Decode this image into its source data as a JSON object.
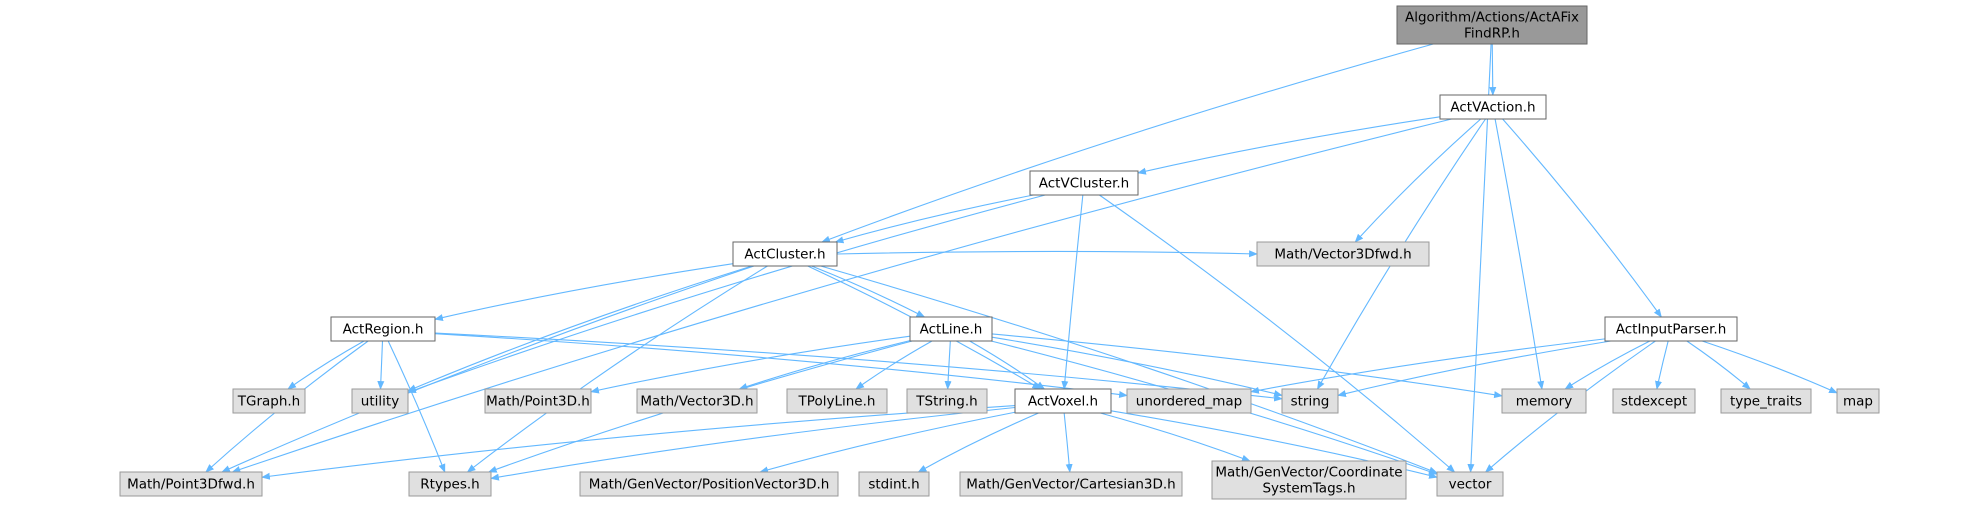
{
  "colors": {
    "edge": "#63b8ff",
    "root_fill": "#999999",
    "root_border": "#666666",
    "local_fill": "#ffffff",
    "local_border": "#666666",
    "system_fill": "#e0e0e0",
    "system_border": "#999999"
  },
  "nodes": [
    {
      "id": "root",
      "lines": [
        "Algorithm/Actions/ActAFix",
        "FindRP.h"
      ],
      "kind": "root"
    },
    {
      "id": "ActVAction",
      "lines": [
        "ActVAction.h"
      ],
      "kind": "local"
    },
    {
      "id": "ActVCluster",
      "lines": [
        "ActVCluster.h"
      ],
      "kind": "local"
    },
    {
      "id": "ActCluster",
      "lines": [
        "ActCluster.h"
      ],
      "kind": "local"
    },
    {
      "id": "ActInputParser",
      "lines": [
        "ActInputParser.h"
      ],
      "kind": "local"
    },
    {
      "id": "ActRegion",
      "lines": [
        "ActRegion.h"
      ],
      "kind": "local"
    },
    {
      "id": "ActLine",
      "lines": [
        "ActLine.h"
      ],
      "kind": "local"
    },
    {
      "id": "ActVoxel",
      "lines": [
        "ActVoxel.h"
      ],
      "kind": "local"
    },
    {
      "id": "Vector3Dfwd",
      "lines": [
        "Math/Vector3Dfwd.h"
      ],
      "kind": "system"
    },
    {
      "id": "TGraph",
      "lines": [
        "TGraph.h"
      ],
      "kind": "system"
    },
    {
      "id": "utility",
      "lines": [
        "utility"
      ],
      "kind": "system"
    },
    {
      "id": "Point3D",
      "lines": [
        "Math/Point3D.h"
      ],
      "kind": "system"
    },
    {
      "id": "Vector3D",
      "lines": [
        "Math/Vector3D.h"
      ],
      "kind": "system"
    },
    {
      "id": "TPolyLine",
      "lines": [
        "TPolyLine.h"
      ],
      "kind": "system"
    },
    {
      "id": "TString",
      "lines": [
        "TString.h"
      ],
      "kind": "system"
    },
    {
      "id": "unordered_map",
      "lines": [
        "unordered_map"
      ],
      "kind": "system"
    },
    {
      "id": "string",
      "lines": [
        "string"
      ],
      "kind": "system"
    },
    {
      "id": "memory",
      "lines": [
        "memory"
      ],
      "kind": "system"
    },
    {
      "id": "stdexcept",
      "lines": [
        "stdexcept"
      ],
      "kind": "system"
    },
    {
      "id": "type_traits",
      "lines": [
        "type_traits"
      ],
      "kind": "system"
    },
    {
      "id": "map",
      "lines": [
        "map"
      ],
      "kind": "system"
    },
    {
      "id": "Point3Dfwd",
      "lines": [
        "Math/Point3Dfwd.h"
      ],
      "kind": "system"
    },
    {
      "id": "Rtypes",
      "lines": [
        "Rtypes.h"
      ],
      "kind": "system"
    },
    {
      "id": "PositionVector3D",
      "lines": [
        "Math/GenVector/PositionVector3D.h"
      ],
      "kind": "system"
    },
    {
      "id": "stdint",
      "lines": [
        "stdint.h"
      ],
      "kind": "system"
    },
    {
      "id": "Cartesian3D",
      "lines": [
        "Math/GenVector/Cartesian3D.h"
      ],
      "kind": "system"
    },
    {
      "id": "CoordinateSystemTags",
      "lines": [
        "Math/GenVector/Coordinate",
        "SystemTags.h"
      ],
      "kind": "system"
    },
    {
      "id": "vector",
      "lines": [
        "vector"
      ],
      "kind": "system"
    }
  ],
  "edges": [
    [
      "root",
      "ActVAction"
    ],
    [
      "root",
      "ActCluster"
    ],
    [
      "root",
      "vector"
    ],
    [
      "ActVAction",
      "Point3Dfwd"
    ],
    [
      "ActVAction",
      "ActVCluster"
    ],
    [
      "ActVAction",
      "Vector3Dfwd"
    ],
    [
      "ActVAction",
      "string"
    ],
    [
      "ActVAction",
      "memory"
    ],
    [
      "ActVAction",
      "ActInputParser"
    ],
    [
      "ActVCluster",
      "ActCluster"
    ],
    [
      "ActVCluster",
      "utility"
    ],
    [
      "ActVCluster",
      "ActVoxel"
    ],
    [
      "ActVCluster",
      "vector"
    ],
    [
      "ActCluster",
      "ActRegion"
    ],
    [
      "ActCluster",
      "ActLine"
    ],
    [
      "ActCluster",
      "ActVoxel"
    ],
    [
      "ActCluster",
      "Vector3Dfwd"
    ],
    [
      "ActCluster",
      "utility"
    ],
    [
      "ActCluster",
      "Point3Dfwd"
    ],
    [
      "ActCluster",
      "Rtypes"
    ],
    [
      "ActCluster",
      "vector"
    ],
    [
      "ActInputParser",
      "unordered_map"
    ],
    [
      "ActInputParser",
      "string"
    ],
    [
      "ActInputParser",
      "memory"
    ],
    [
      "ActInputParser",
      "stdexcept"
    ],
    [
      "ActInputParser",
      "type_traits"
    ],
    [
      "ActInputParser",
      "map"
    ],
    [
      "ActInputParser",
      "vector"
    ],
    [
      "ActRegion",
      "TGraph"
    ],
    [
      "ActRegion",
      "utility"
    ],
    [
      "ActRegion",
      "Point3Dfwd"
    ],
    [
      "ActRegion",
      "Rtypes"
    ],
    [
      "ActRegion",
      "unordered_map"
    ],
    [
      "ActRegion",
      "string"
    ],
    [
      "ActLine",
      "Point3D"
    ],
    [
      "ActLine",
      "Vector3D"
    ],
    [
      "ActLine",
      "TPolyLine"
    ],
    [
      "ActLine",
      "TString"
    ],
    [
      "ActLine",
      "ActVoxel"
    ],
    [
      "ActLine",
      "Rtypes"
    ],
    [
      "ActLine",
      "memory"
    ],
    [
      "ActLine",
      "vector"
    ],
    [
      "ActLine",
      "string"
    ],
    [
      "ActVoxel",
      "Point3Dfwd"
    ],
    [
      "ActVoxel",
      "Rtypes"
    ],
    [
      "ActVoxel",
      "PositionVector3D"
    ],
    [
      "ActVoxel",
      "stdint"
    ],
    [
      "ActVoxel",
      "Cartesian3D"
    ],
    [
      "ActVoxel",
      "CoordinateSystemTags"
    ],
    [
      "ActVoxel",
      "vector"
    ]
  ]
}
